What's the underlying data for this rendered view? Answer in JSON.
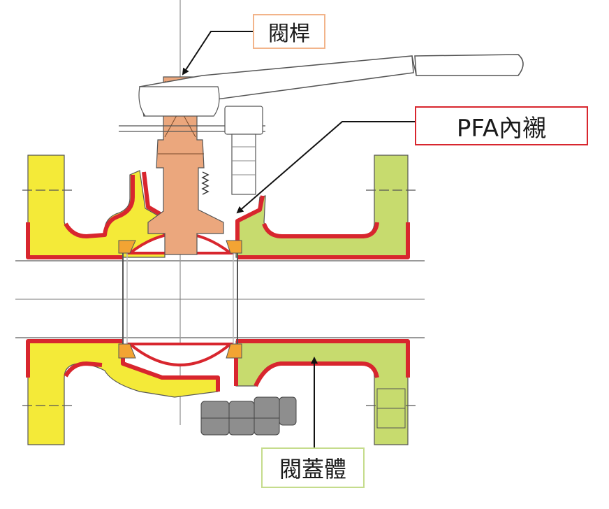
{
  "labels": {
    "stem": "閥桿",
    "liner": "PFA內襯",
    "body": "閥蓋體"
  },
  "colors": {
    "body_left": "#f4ea38",
    "body_right": "#c7db6e",
    "liner": "#d8262e",
    "stem": "#eba77d",
    "seat": "#f3a433",
    "bolt": "#8e8e8e",
    "outline": "#555555",
    "stem_label_border": "#f2b48a",
    "liner_label_border": "#d8262e",
    "body_label_border": "#c5dc8c"
  }
}
